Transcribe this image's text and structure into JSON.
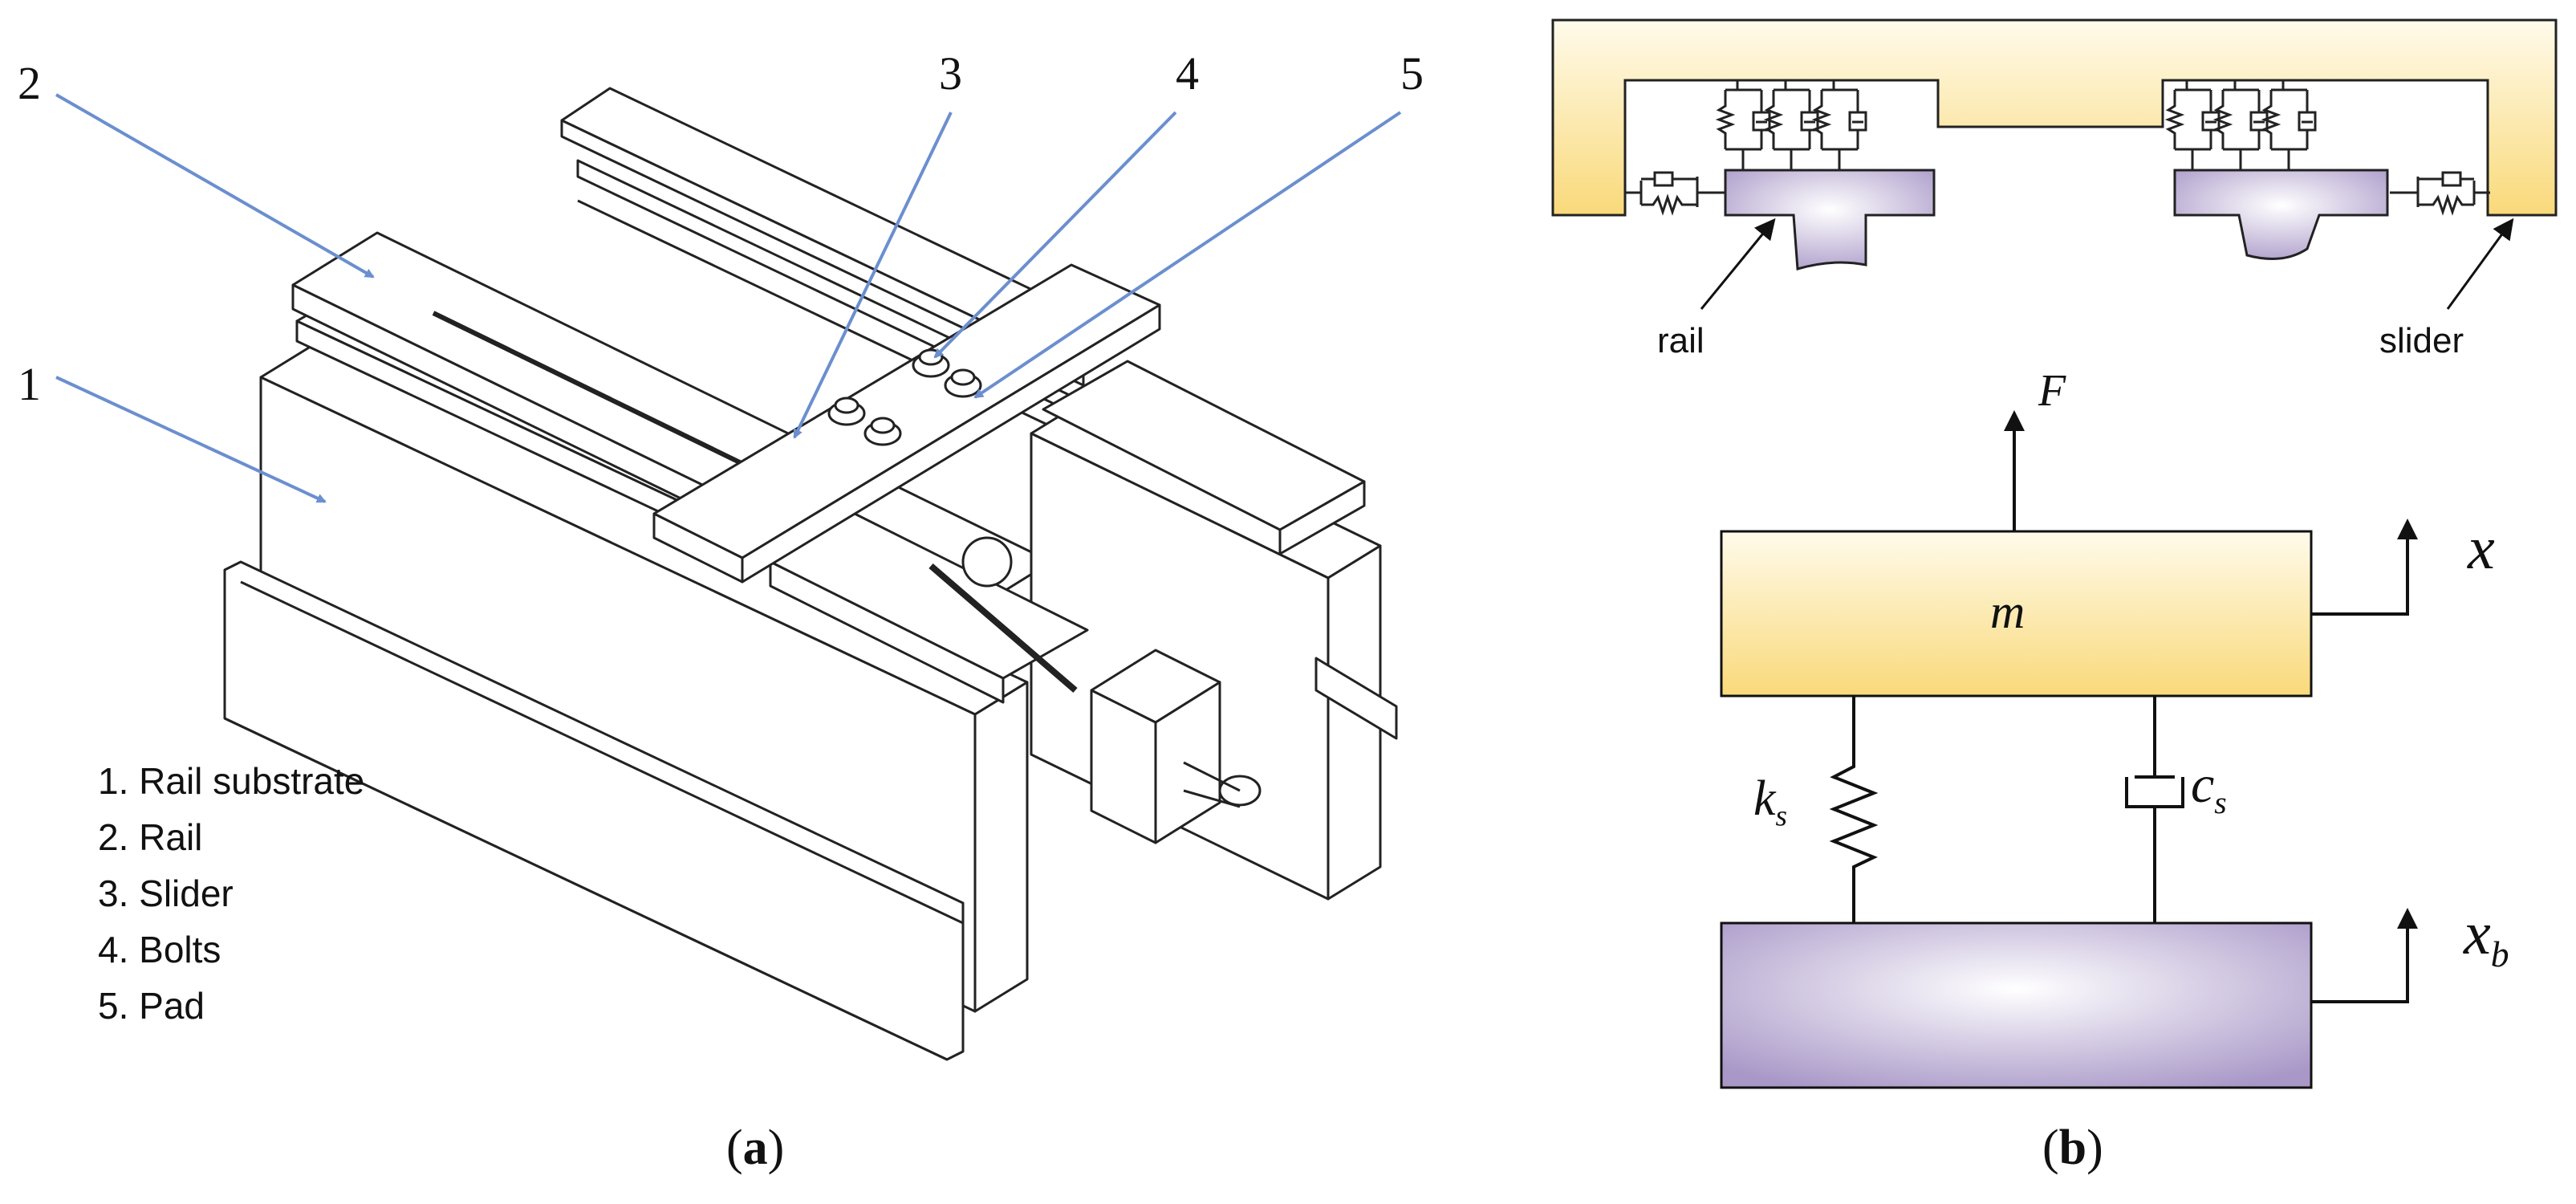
{
  "panel_a": {
    "callouts": [
      "1",
      "2",
      "3",
      "4",
      "5"
    ],
    "legend": [
      "1. Rail substrate",
      "2. Rail",
      "3. Slider",
      "4. Bolts",
      "5. Pad"
    ],
    "label_open": "(",
    "label_letter": "a",
    "label_close": ")"
  },
  "panel_b": {
    "rail_label": "rail",
    "slider_label": "slider",
    "force_label": "F",
    "mass_label": "m",
    "x_label": "x",
    "xb_main": "x",
    "xb_sub": "b",
    "k_main": "k",
    "k_sub": "s",
    "c_main": "c",
    "c_sub": "s",
    "label_open": "(",
    "label_letter": "b",
    "label_close": ")"
  },
  "colors": {
    "arrow_blue": "#6b8fcf",
    "mass_yellow": "#fbe39a",
    "base_purple": "#b7a9cf",
    "line": "#111111"
  }
}
